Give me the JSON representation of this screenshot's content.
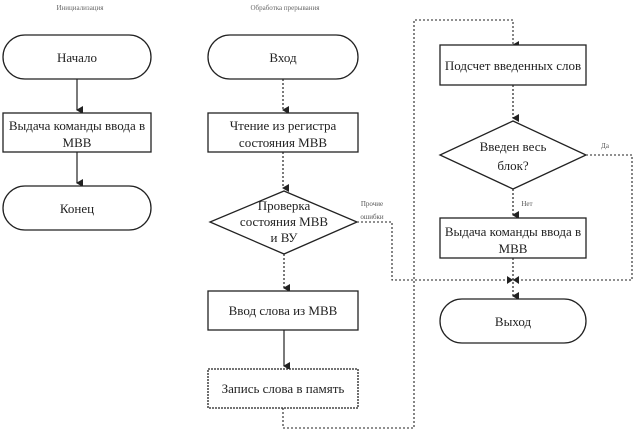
{
  "columns": {
    "init": {
      "heading": "Инициализация",
      "nodes": {
        "start": "Начало",
        "issue_cmd": [
          "Выдача команды ввода в",
          "МВВ"
        ],
        "end": "Конец"
      }
    },
    "interrupt": {
      "heading": "Обработка прерывания",
      "nodes": {
        "entry": "Вход",
        "read_status": [
          "Чтение из регистра",
          "состояния МВВ"
        ],
        "check_status": [
          "Проверка",
          "состояния МВВ",
          "и ВУ"
        ],
        "input_word": "Ввод слова из МВВ",
        "store_word": "Запись слова в память"
      },
      "branch_label": [
        "Прочие",
        "ошибки"
      ]
    },
    "counting": {
      "nodes": {
        "count_words": "Подсчет введенных слов",
        "block_done": [
          "Введен весь",
          "блок?"
        ],
        "issue_cmd": [
          "Выдача команды ввода в",
          "МВВ"
        ],
        "exit": "Выход"
      },
      "yes_label": "Да",
      "no_label": "Нет"
    }
  }
}
